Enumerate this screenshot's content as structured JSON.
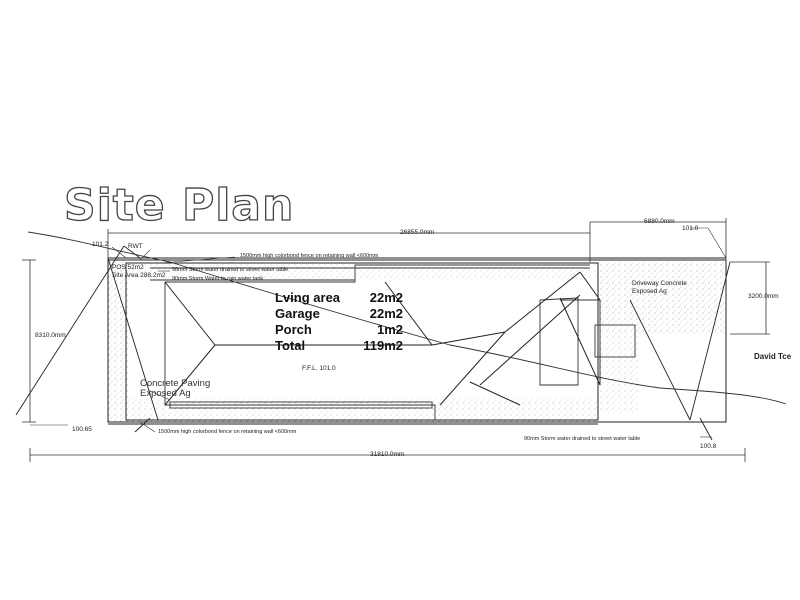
{
  "title": "Site Plan",
  "areas": [
    {
      "label": "Lving area",
      "value": "22m2"
    },
    {
      "label": "Garage",
      "value": "22m2"
    },
    {
      "label": "Porch",
      "value": "1m2"
    },
    {
      "label": "Total",
      "value": "119m2"
    }
  ],
  "labels": {
    "level_101_2": "101.2",
    "rwt": "RWT",
    "pos": "POS 52m2",
    "site_area": "Site Area 288.2m2",
    "fence_top": "1500mm high colorbond fence on retaining wall <600mm",
    "dim_26855": "26855.0mm",
    "dim_6880": "6880.0mm",
    "level_101_0": "101.0",
    "storm_street": "90mm Storm water drained to street water table",
    "storm_tank": "90mm Storm Water to rain water tank",
    "driveway": "Driveway Concrete",
    "driveway_sub": "Exposed Ag",
    "dim_3200": "3200.0mm",
    "dim_8310": "8310.0mm",
    "ffl": "F.F.L. 101.0",
    "street": "David Tce",
    "paving": "Concrete Paving",
    "paving_sub": "Exposed Ag",
    "level_100_65": "100.65",
    "fence_bottom": "1500mm high colorbond fence on retaining wall <600mm",
    "storm_bottom": "90mm Storm water drained to street water table",
    "level_100_8": "100.8",
    "dim_31810": "31810.0mm"
  }
}
